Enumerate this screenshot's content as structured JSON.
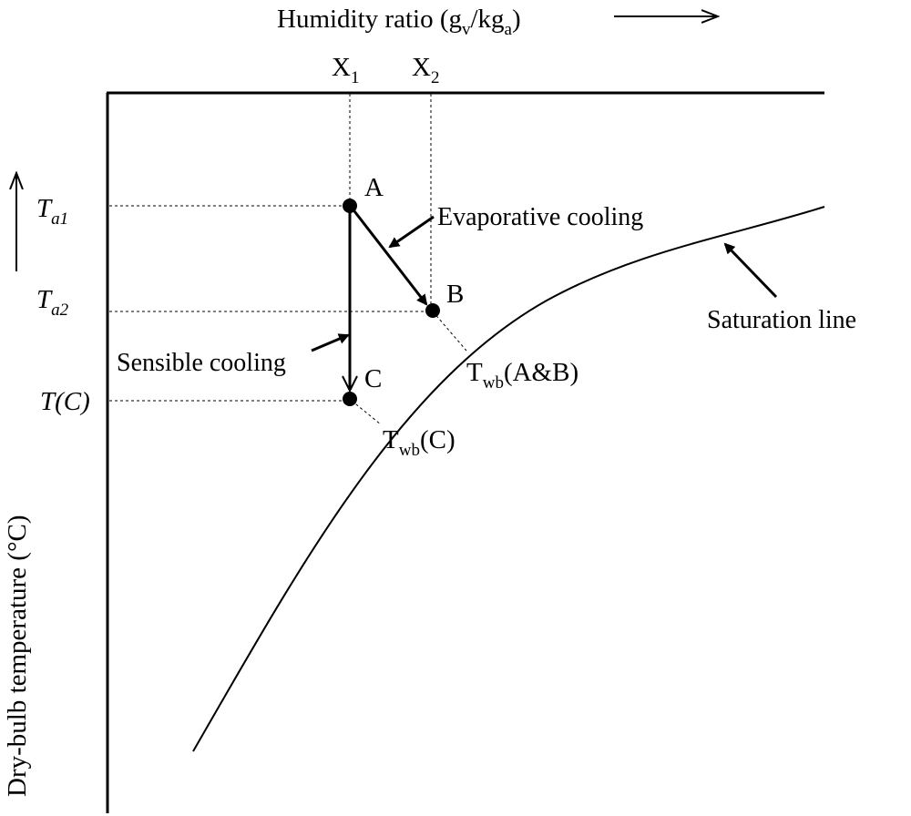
{
  "x_axis": {
    "label_main": "Humidity ratio (g",
    "label_sub1": "v",
    "label_mid": "/kg",
    "label_sub2": "a",
    "label_end": ")"
  },
  "y_axis": {
    "label": "Dry-bulb temperature (°C)"
  },
  "x_ticks": [
    {
      "main": "X",
      "sub": "1"
    },
    {
      "main": "X",
      "sub": "2"
    }
  ],
  "y_ticks": [
    {
      "main": "T",
      "sub": "a1"
    },
    {
      "main": "T",
      "sub": "a2"
    },
    {
      "main": "T(C)",
      "sub": ""
    }
  ],
  "points": {
    "A": "A",
    "B": "B",
    "C": "C"
  },
  "labels": {
    "evaporative_cooling": "Evaporative cooling",
    "sensible_cooling": "Sensible cooling",
    "saturation_line": "Saturation line",
    "twb_ab_main": "T",
    "twb_ab_sub": "wb",
    "twb_ab_rest": "(A&B)",
    "twb_c_main": "T",
    "twb_c_sub": "wb",
    "twb_c_rest": "(C)"
  }
}
